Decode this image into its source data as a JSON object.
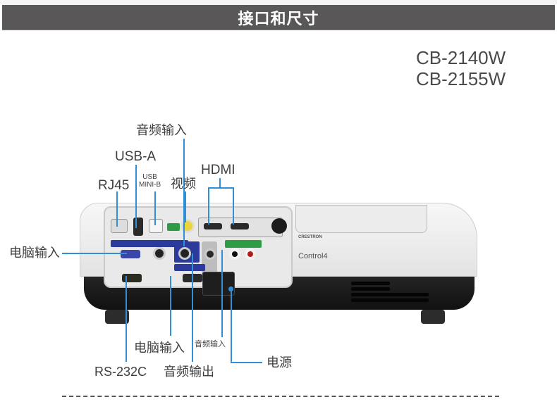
{
  "header": {
    "title": "接口和尺寸"
  },
  "models": [
    "CB-2140W",
    "CB-2155W"
  ],
  "callouts": {
    "audio_in_top": "音频输入",
    "usb_a": "USB-A",
    "usb_mini_b_line1": "USB",
    "usb_mini_b_line2": "MINI-B",
    "rj45": "RJ45",
    "video": "视频",
    "hdmi": "HDMI",
    "computer_in_left": "电脑输入",
    "computer_in_bottom": "电脑输入",
    "audio_in_bottom": "音频输入",
    "power": "电源",
    "rs232c": "RS-232C",
    "audio_out": "音频输出"
  },
  "projector_panel": {
    "brand_text": "Control4",
    "crestron_text": "CRESTRON"
  },
  "colors": {
    "header_bg": "#595757",
    "callout_line": "#2f8fd8",
    "label_blue": "#2b3a9b",
    "label_green": "#2e9b45"
  }
}
